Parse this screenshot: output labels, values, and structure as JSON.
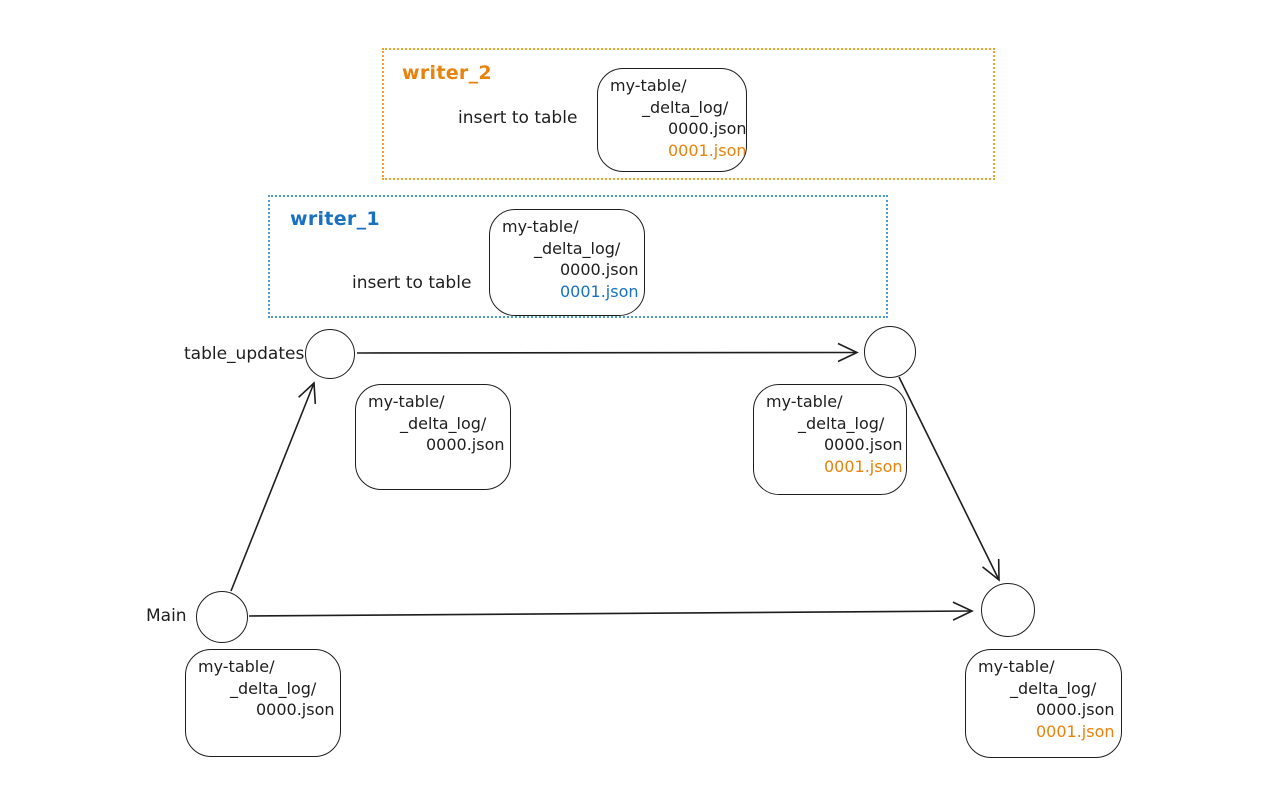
{
  "title": "Delta Lake concurrent writers branch diagram",
  "colors": {
    "ink": "#1e1e1e",
    "orange": "#e8820c",
    "orange_border": "#f6a029",
    "blue": "#1971c2",
    "blue_border": "#4d9be4"
  },
  "groups": {
    "writer2": {
      "label": "writer_2",
      "action": "insert to table"
    },
    "writer1": {
      "label": "writer_1",
      "action": "insert to table"
    }
  },
  "branch_labels": {
    "table_updates": "table_updates",
    "main": "Main"
  },
  "file_boxes": {
    "writer2": {
      "lines": [
        "my-table/",
        "_delta_log/",
        "0000.json",
        "0001.json"
      ],
      "highlight": "orange"
    },
    "writer1": {
      "lines": [
        "my-table/",
        "_delta_log/",
        "0000.json",
        "0001.json"
      ],
      "highlight": "blue"
    },
    "tu_left": {
      "lines": [
        "my-table/",
        "_delta_log/",
        "0000.json"
      ]
    },
    "tu_right": {
      "lines": [
        "my-table/",
        "_delta_log/",
        "0000.json",
        "0001.json"
      ],
      "highlight": "orange"
    },
    "main_start": {
      "lines": [
        "my-table/",
        "_delta_log/",
        "0000.json"
      ]
    },
    "main_end": {
      "lines": [
        "my-table/",
        "_delta_log/",
        "0000.json",
        "0001.json"
      ],
      "highlight": "orange"
    }
  }
}
